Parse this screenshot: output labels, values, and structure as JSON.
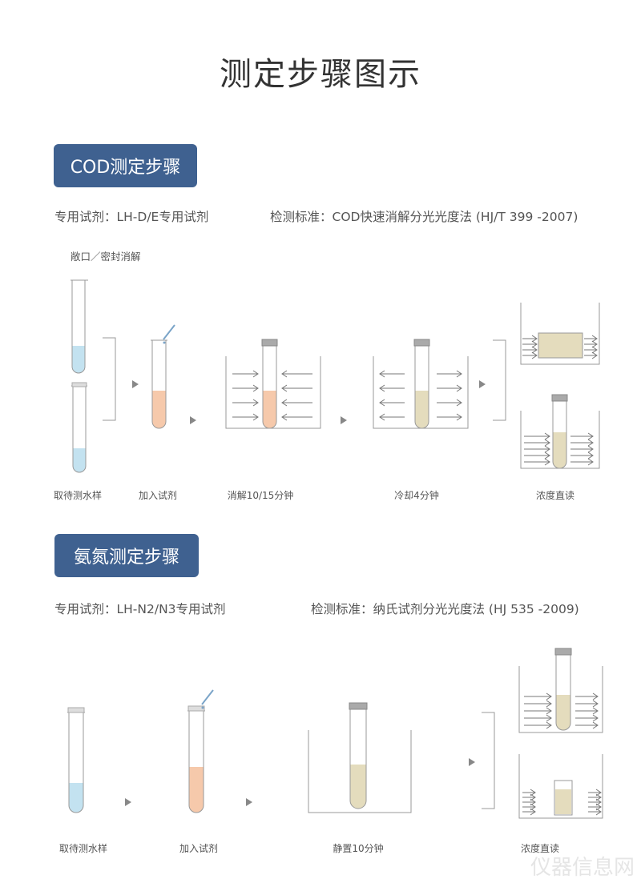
{
  "title": "测定步骤图示",
  "cod": {
    "heading": "COD测定步骤",
    "reagent": "专用试剂：LH-D/E专用试剂",
    "standard": "检测标准：COD快速消解分光光度法 (HJ/T 399 -2007)",
    "note": "敞口／密封消解",
    "steps": [
      "取待测水样",
      "加入试剂",
      "消解10/15分钟",
      "冷却4分钟",
      "浓度直读"
    ]
  },
  "ammonia": {
    "heading": "氨氮测定步骤",
    "reagent": "专用试剂：LH-N2/N3专用试剂",
    "standard": "检测标准：纳氏试剂分光光度法 (HJ  535 -2009)",
    "steps": [
      "取待测水样",
      "加入试剂",
      "静置10分钟",
      "浓度直读"
    ]
  },
  "watermark": "仪器信息网",
  "colors": {
    "accent": "#3f6190",
    "sample": "#c3e2f0",
    "reagent": "#f6c9ab",
    "digested": "#e4dcbd"
  }
}
